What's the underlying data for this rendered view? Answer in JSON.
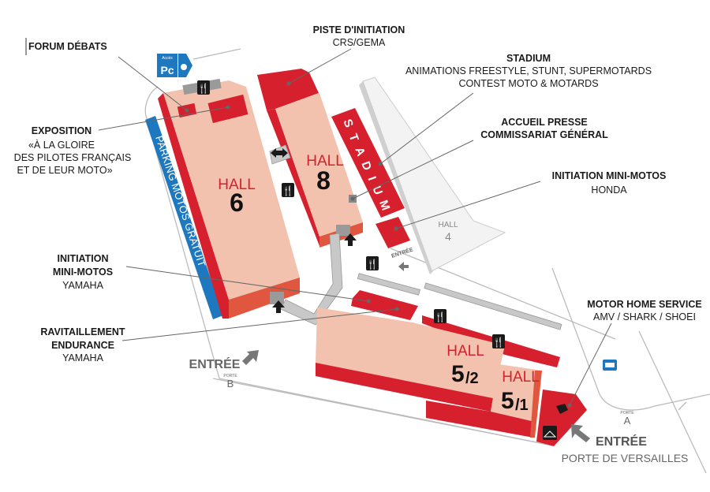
{
  "labels": {
    "forum": "FORUM DÉBATS",
    "piste_title": "PISTE D'INITIATION",
    "piste_sub": "CRS/GEMA",
    "stadium_title": "STADIUM",
    "stadium_line1": "ANIMATIONS FREESTYLE, STUNT, SUPERMOTARDS",
    "stadium_line2": "CONTEST MOTO & MOTARDS",
    "presse_line1": "ACCUEIL PRESSE",
    "presse_line2": "COMMISSARIAT GÉNÉRAL",
    "expo_title": "EXPOSITION",
    "expo_line1": "«À LA GLOIRE",
    "expo_line2": "DES PILOTES FRANÇAIS",
    "expo_line3": "ET DE LEUR MOTO»",
    "honda_title": "INITIATION MINI-MOTOS",
    "honda_sub": "HONDA",
    "yamaha_line1": "INITIATION",
    "yamaha_line2": "MINI-MOTOS",
    "yamaha_sub": "YAMAHA",
    "ravit_line1": "RAVITAILLEMENT",
    "ravit_line2": "ENDURANCE",
    "ravit_sub": "YAMAHA",
    "motorhome_title": "MOTOR HOME SERVICE",
    "motorhome_sub": "AMV / SHARK / SHOEI",
    "entree_b": "ENTRÉE",
    "porte_b_small": "PORTE",
    "porte_b_letter": "B",
    "porte_a_small": "PORTE",
    "porte_a_letter": "A",
    "entree_a": "ENTRÉE",
    "porte_versailles": "PORTE DE VERSAILLES",
    "entree_small": "ENTRÉE",
    "parking": "PARKING MOTOS GRATUIT",
    "stadium_vertical": [
      "S",
      "T",
      "A",
      "D",
      "I",
      "U",
      "M"
    ],
    "access_small": "Accès",
    "access_pc": "Pc"
  },
  "halls": {
    "h6_word": "HALL",
    "h6_num": "6",
    "h8_word": "HALL",
    "h8_num": "8",
    "h4_word": "HALL",
    "h4_num": "4",
    "h52_word": "HALL",
    "h52_num": "5",
    "h52_frac": "/2",
    "h51_word": "HALL",
    "h51_num": "5",
    "h51_frac": "/1"
  },
  "colors": {
    "red": "#d6202e",
    "pink": "#f3c2ae",
    "blue": "#1d78bf",
    "grey": "#9a9a9a"
  }
}
